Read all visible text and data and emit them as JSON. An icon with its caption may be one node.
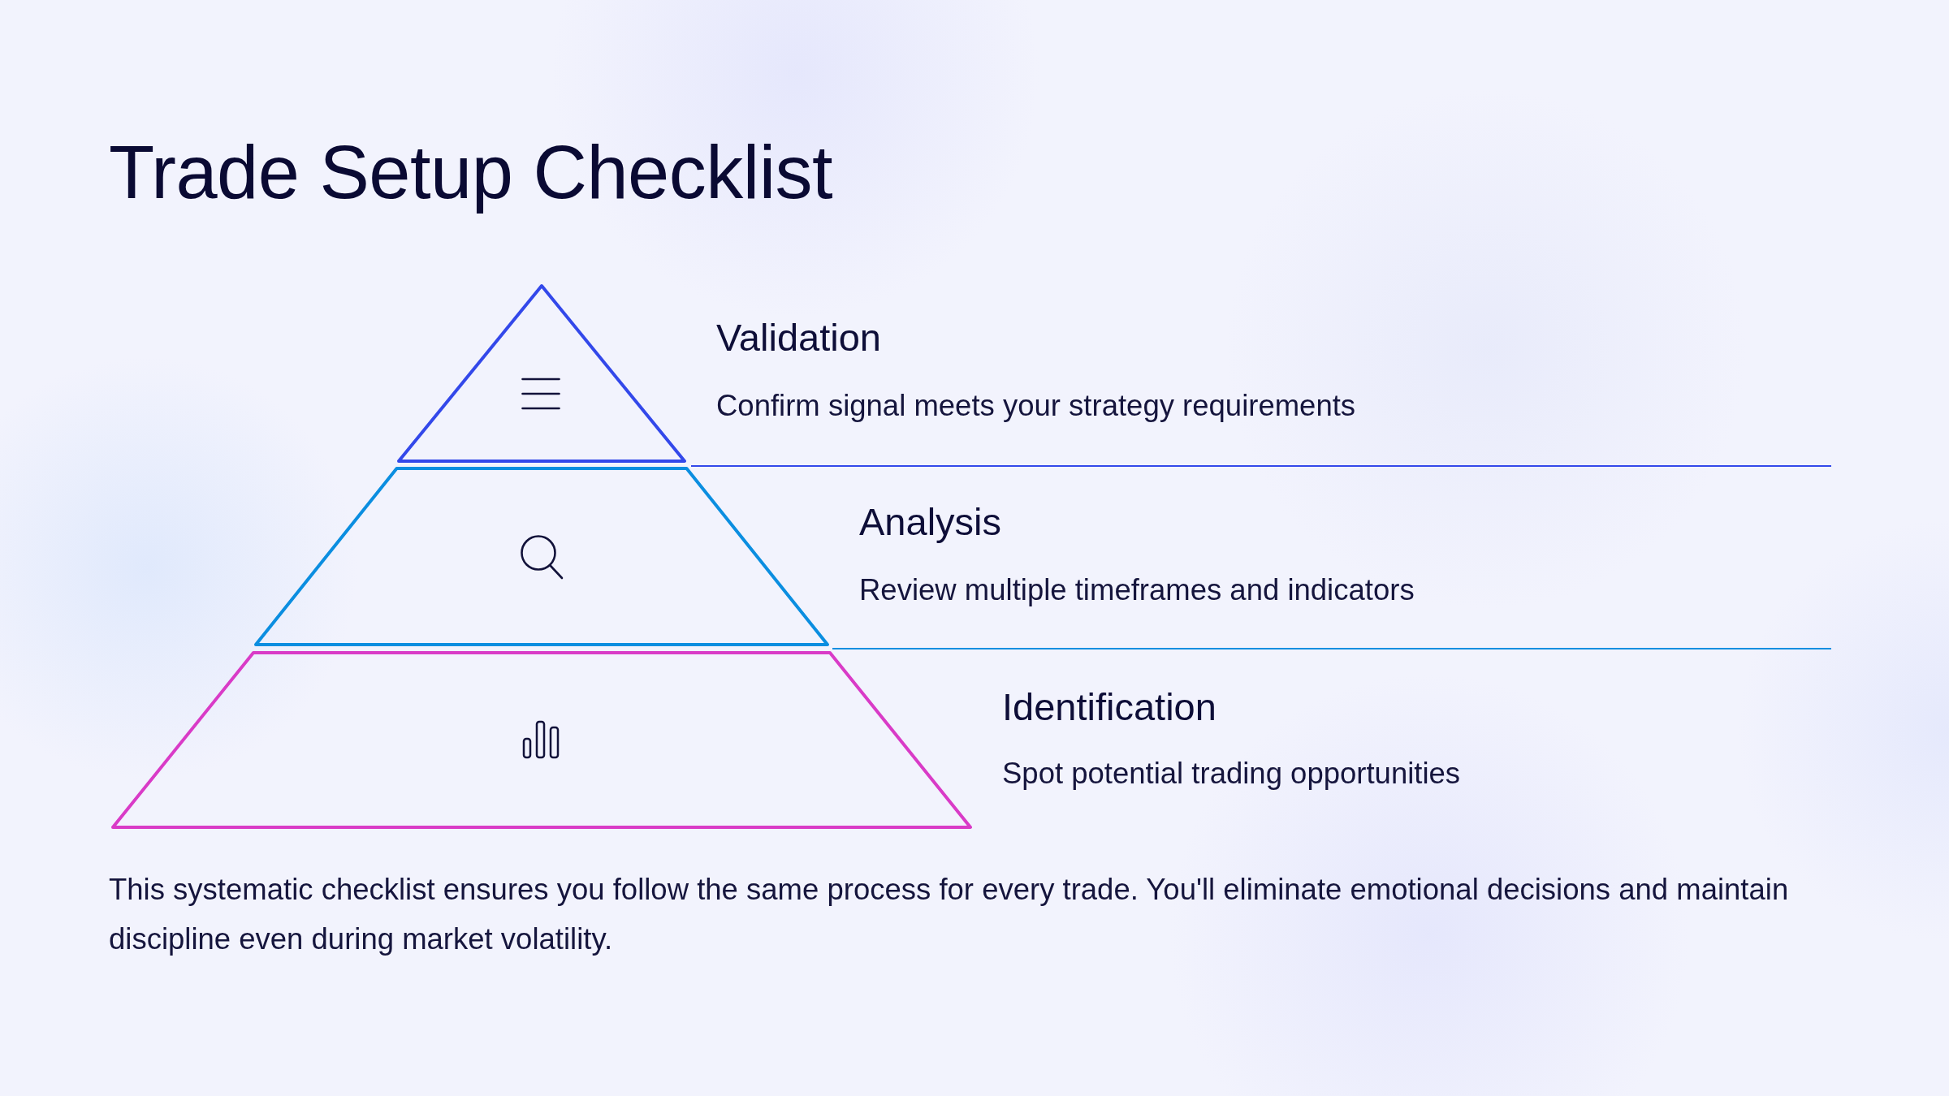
{
  "diagram": {
    "title": "Trade Setup Checklist",
    "caption": "This systematic checklist ensures you follow the same process for every trade. You'll eliminate emotional decisions and maintain discipline even during market volatility.",
    "nodes": [
      {
        "text": [],
        "shape": "triangle",
        "beside": [
          "Validation",
          "Confirm signal meets your strategy requirements"
        ]
      },
      {
        "text": [],
        "shape": "trapezoid",
        "beside": [
          "Analysis",
          "Review multiple timeframes and indicators"
        ]
      },
      {
        "text": [],
        "shape": "trapezoid",
        "beside": [
          "Identification",
          "Spot potential trading opportunities"
        ]
      }
    ]
  }
}
